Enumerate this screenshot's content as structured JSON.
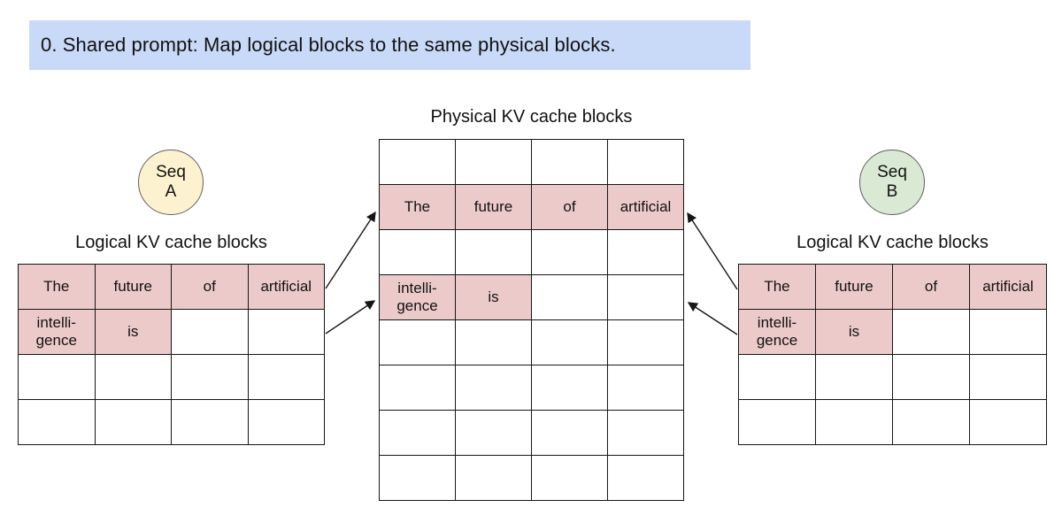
{
  "colors": {
    "banner-bg": "#c9daf8",
    "cell-pink": "#edcaca",
    "seq-a-fill": "#fdf2cf",
    "seq-b-fill": "#d9e9d4",
    "circle-stroke": "#5f5f5f",
    "line": "#161616"
  },
  "banner": {
    "text": "0. Shared prompt: Map logical blocks to the same physical blocks."
  },
  "seq_a": {
    "badge_line1": "Seq",
    "badge_line2": "A",
    "table_label": "Logical KV cache blocks",
    "row0": [
      "The",
      "future",
      "of",
      "artificial"
    ],
    "row1": [
      "intelli-\ngence",
      "is"
    ]
  },
  "seq_b": {
    "badge_line1": "Seq",
    "badge_line2": "B",
    "table_label": "Logical KV cache blocks",
    "row0": [
      "The",
      "future",
      "of",
      "artificial"
    ],
    "row1": [
      "intelli-\ngence",
      "is"
    ]
  },
  "physical": {
    "title": "Physical KV cache blocks",
    "row1": [
      "The",
      "future",
      "of",
      "artificial"
    ],
    "row3": [
      "intelli-\ngence",
      "is"
    ]
  }
}
